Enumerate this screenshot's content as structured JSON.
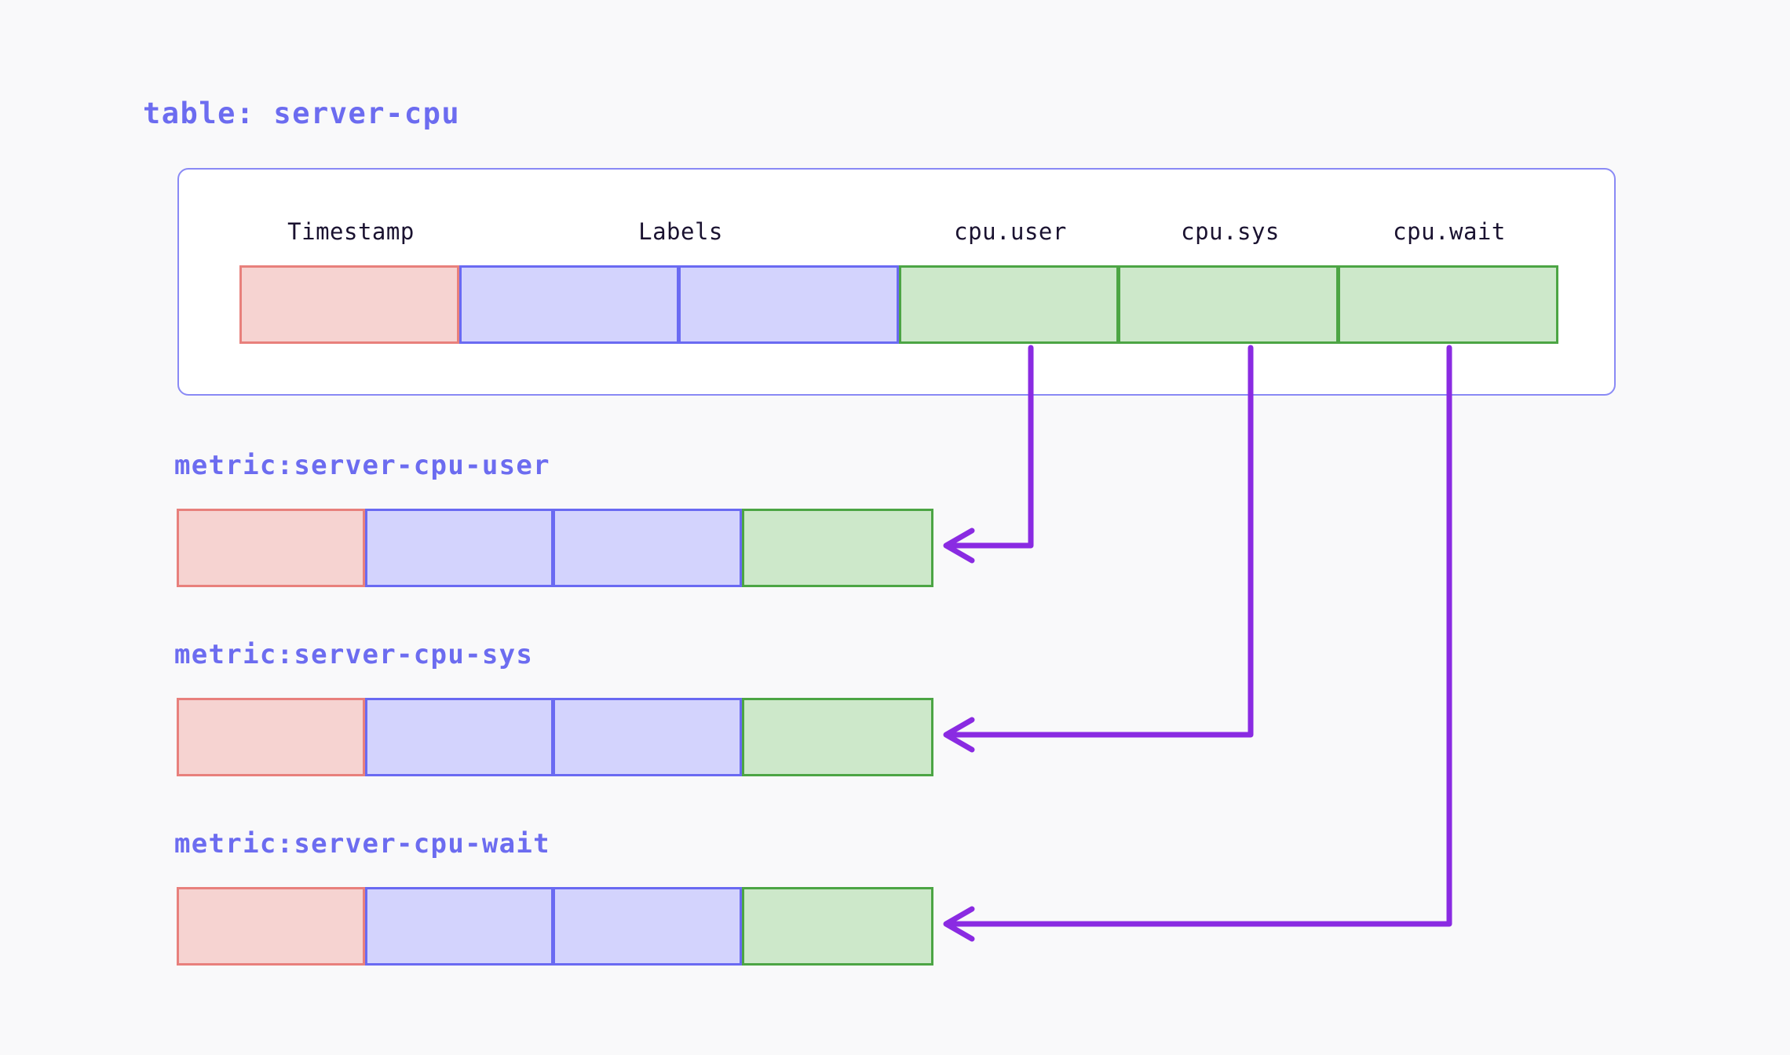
{
  "background_color": "#f9f9fa",
  "accent_color": "#6c6cf0",
  "arrow_color": "#8a2be2",
  "table": {
    "title": "table: server-cpu",
    "columns": [
      {
        "header": "Timestamp",
        "kind": "timestamp",
        "color": "#f6d3d1",
        "border": "#e8807c"
      },
      {
        "header": "Labels",
        "kind": "labels",
        "color": "#d3d3fd",
        "border": "#6a6af2"
      },
      {
        "header": "",
        "kind": "labels",
        "color": "#d3d3fd",
        "border": "#6a6af2"
      },
      {
        "header": "cpu.user",
        "kind": "value",
        "color": "#cde8ca",
        "border": "#4ca544"
      },
      {
        "header": "cpu.sys",
        "kind": "value",
        "color": "#cde8ca",
        "border": "#4ca544"
      },
      {
        "header": "cpu.wait",
        "kind": "value",
        "color": "#cde8ca",
        "border": "#4ca544"
      }
    ]
  },
  "metrics": [
    {
      "label": "metric:server-cpu-user",
      "source_column": "cpu.user",
      "cells": [
        {
          "kind": "timestamp",
          "color": "#f6d3d1",
          "border": "#e8807c"
        },
        {
          "kind": "labels",
          "color": "#d3d3fd",
          "border": "#6a6af2"
        },
        {
          "kind": "labels",
          "color": "#d3d3fd",
          "border": "#6a6af2"
        },
        {
          "kind": "value",
          "color": "#cde8ca",
          "border": "#4ca544"
        }
      ]
    },
    {
      "label": "metric:server-cpu-sys",
      "source_column": "cpu.sys",
      "cells": [
        {
          "kind": "timestamp",
          "color": "#f6d3d1",
          "border": "#e8807c"
        },
        {
          "kind": "labels",
          "color": "#d3d3fd",
          "border": "#6a6af2"
        },
        {
          "kind": "labels",
          "color": "#d3d3fd",
          "border": "#6a6af2"
        },
        {
          "kind": "value",
          "color": "#cde8ca",
          "border": "#4ca544"
        }
      ]
    },
    {
      "label": "metric:server-cpu-wait",
      "source_column": "cpu.wait",
      "cells": [
        {
          "kind": "timestamp",
          "color": "#f6d3d1",
          "border": "#e8807c"
        },
        {
          "kind": "labels",
          "color": "#d3d3fd",
          "border": "#6a6af2"
        },
        {
          "kind": "labels",
          "color": "#d3d3fd",
          "border": "#6a6af2"
        },
        {
          "kind": "value",
          "color": "#cde8ca",
          "border": "#4ca544"
        }
      ]
    }
  ],
  "connections": [
    {
      "from": "cpu.user",
      "to": "metric:server-cpu-user"
    },
    {
      "from": "cpu.sys",
      "to": "metric:server-cpu-sys"
    },
    {
      "from": "cpu.wait",
      "to": "metric:server-cpu-wait"
    }
  ]
}
